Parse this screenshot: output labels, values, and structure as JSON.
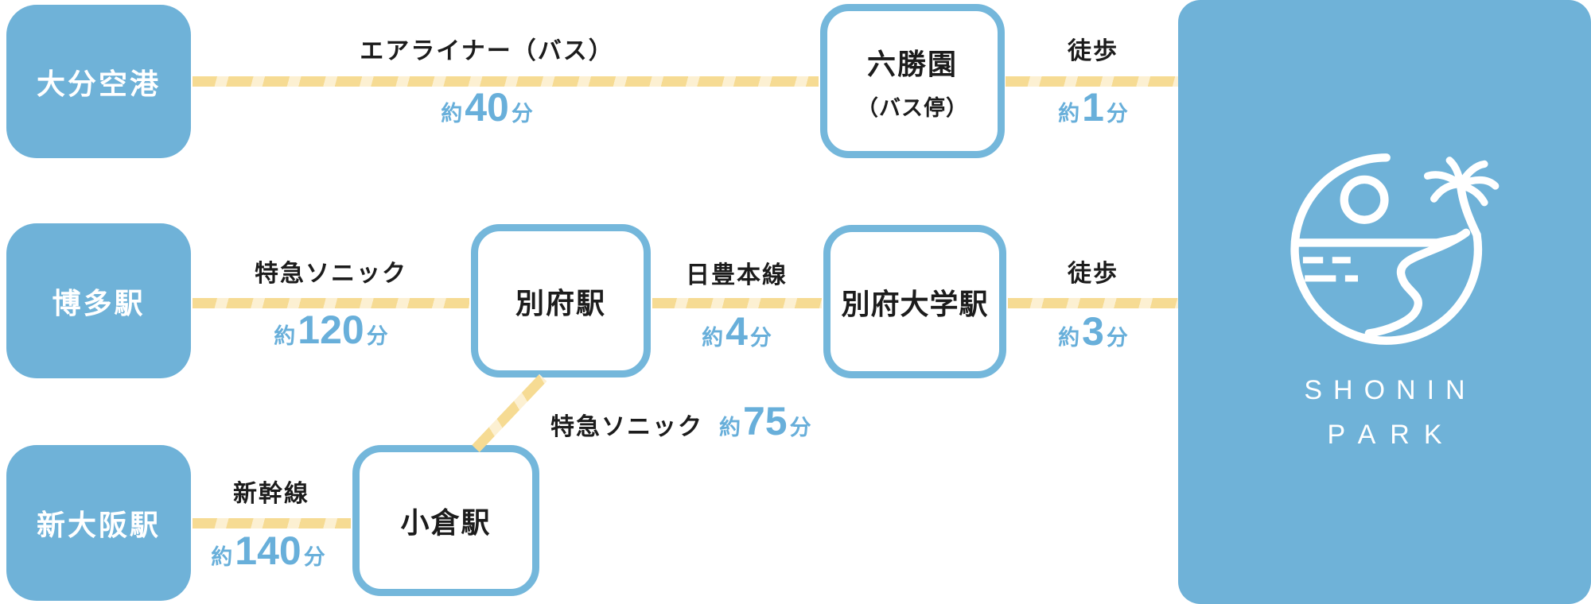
{
  "stations": {
    "oita_airport": "大分空港",
    "hakata": "博多駅",
    "shin_osaka": "新大阪駅",
    "rokushoen_line1": "六勝園",
    "rokushoen_line2": "（バス停）",
    "beppu": "別府駅",
    "beppu_univ": "別府大学駅",
    "kokura": "小倉駅"
  },
  "legs": [
    {
      "from": "大分空港",
      "to": "六勝園（バス停）",
      "name": "エアライナー（バス）",
      "approx": "約",
      "minutes": "40",
      "unit": "分"
    },
    {
      "from": "六勝園（バス停）",
      "to": "SHONIN PARK",
      "name": "徒歩",
      "approx": "約",
      "minutes": "1",
      "unit": "分"
    },
    {
      "from": "博多駅",
      "to": "別府駅",
      "name": "特急ソニック",
      "approx": "約",
      "minutes": "120",
      "unit": "分"
    },
    {
      "from": "別府駅",
      "to": "別府大学駅",
      "name": "日豊本線",
      "approx": "約",
      "minutes": "4",
      "unit": "分"
    },
    {
      "from": "別府大学駅",
      "to": "SHONIN PARK",
      "name": "徒歩",
      "approx": "約",
      "minutes": "3",
      "unit": "分"
    },
    {
      "from": "新大阪駅",
      "to": "小倉駅",
      "name": "新幹線",
      "approx": "約",
      "minutes": "140",
      "unit": "分"
    },
    {
      "from": "小倉駅",
      "to": "別府駅",
      "name": "特急ソニック",
      "approx": "約",
      "minutes": "75",
      "unit": "分"
    }
  ],
  "destination": {
    "name_line1": "SHONIN",
    "name_line2": "PARK"
  },
  "colors": {
    "node_blue": "#6fb2d8",
    "border_blue": "#74b7db",
    "time_text_blue": "#68afda",
    "route_dash_dark": "#f6db93",
    "route_dash_light": "#fcf0d2",
    "label_black": "#1c1c1c",
    "background": "#ffffff"
  }
}
